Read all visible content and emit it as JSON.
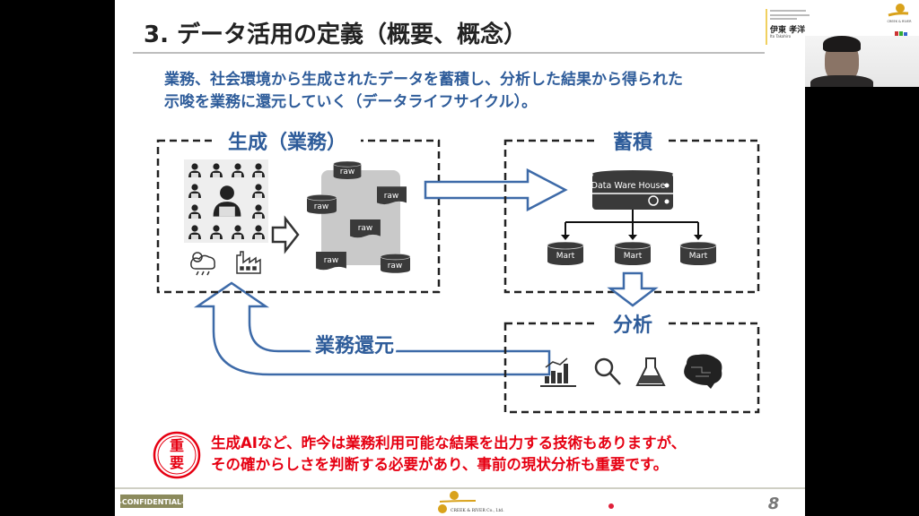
{
  "slide": {
    "title": "3. データ活用の定義（概要、概念）",
    "subtitle_lines": [
      "業務、社会環境から生成されたデータを蓄積し、分析した結果から得られた",
      "示唆を業務に還元していく（データライフサイクル）。"
    ],
    "sections": {
      "generate": "生成（業務）",
      "store": "蓄積",
      "analyze": "分析",
      "feedback": "業務還元"
    },
    "raw_labels": [
      "raw",
      "raw",
      "raw",
      "raw",
      "raw",
      "raw"
    ],
    "dwh_label": "Data Ware House",
    "mart_labels": [
      "Mart",
      "Mart",
      "Mart"
    ],
    "important": {
      "stamp": "重要",
      "lines": [
        "生成AIなど、昨今は業務利用可能な結果を出力する技術もありますが、",
        "その確からしさを判断する必要があり、事前の現状分析も重要です。"
      ]
    },
    "footer": {
      "confidential": "-CONFIDENTIAL-",
      "company": "CREEK & RIVER Co., Ltd.",
      "page_number": "8"
    }
  },
  "name_card": {
    "name": "伊東 孝洋",
    "name_romaji": "Ito Takahiro",
    "logo_text": "CREEK & RIVER"
  },
  "colors": {
    "accent_blue": "#2e5c9a",
    "arrow_blue": "#3d6aa8",
    "important_red": "#e60012",
    "icon_dark": "#3a3a3a",
    "confidential_bg": "#8b8a5c",
    "logo_gold": "#d9a21b"
  }
}
